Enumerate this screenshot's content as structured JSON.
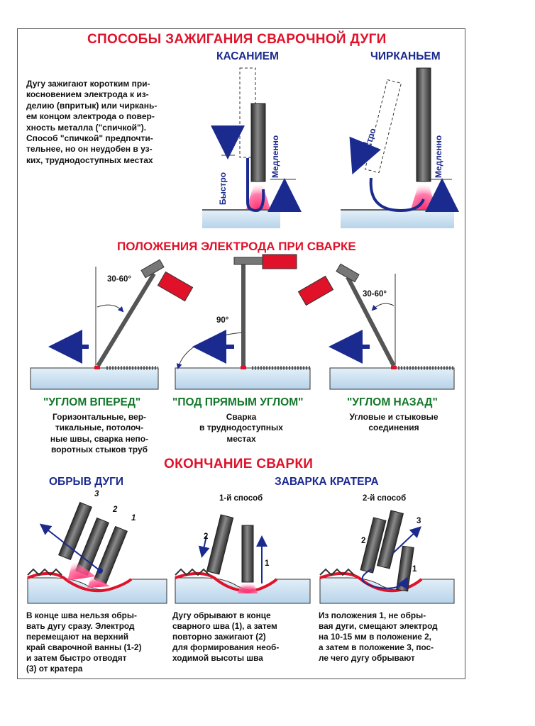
{
  "title": "СПОСОБЫ ЗАЖИГАНИЯ СВАРОЧНОЙ ДУГИ",
  "ignition": {
    "touch_title": "КАСАНИЕМ",
    "strike_title": "ЧИРКАНЬЕМ",
    "description_lines": [
      "Дугу зажигают коротким при-",
      "косновением электрода к из-",
      "делию (впритык) или чиркань-",
      "ем концом электрода о повер-",
      "хность металла (\"спичкой\").",
      "Способ \"спичкой\" предпочти-",
      "тельнее, но он неудобен в уз-",
      "ких, труднодоступных местах"
    ],
    "fast": "Быстро",
    "slow": "Медленно"
  },
  "positions": {
    "title": "ПОЛОЖЕНИЯ ЭЛЕКТРОДА ПРИ СВАРКЕ",
    "angle_forward": "30-60°",
    "angle_right": "90°",
    "angle_back": "30-60°",
    "forward": {
      "name": "\"УГЛОМ ВПЕРЕД\"",
      "lines": [
        "Горизонтальные, вер-",
        "тикальные, потолоч-",
        "ные швы, сварка непо-",
        "воротных стыков труб"
      ]
    },
    "right": {
      "name": "\"ПОД ПРЯМЫМ УГЛОМ\"",
      "lines": [
        "Сварка",
        "в труднодоступных",
        "местах"
      ]
    },
    "back": {
      "name": "\"УГЛОМ НАЗАД\"",
      "lines": [
        "Угловые и стыковые",
        "соединения"
      ]
    }
  },
  "finish": {
    "title": "ОКОНЧАНИЕ СВАРКИ",
    "arc_break": {
      "title": "ОБРЫВ ДУГИ",
      "lines": [
        "В конце шва нельзя обры-",
        "вать дугу сразу. Электрод",
        "перемещают на верхний",
        "край сварочной ванны (1-2)",
        "и затем быстро отводят",
        "(3) от кратера"
      ]
    },
    "crater": {
      "title": "ЗАВАРКА КРАТЕРА",
      "method1": "1-й способ",
      "method2": "2-й способ",
      "m1_lines": [
        "Дугу обрывают в конце",
        "сварного шва (1), а затем",
        "повторно зажигают (2)",
        "для формирования необ-",
        "ходимой высоты шва"
      ],
      "m2_lines": [
        "Из положения 1, не обры-",
        "вая дуги, смещают электрод",
        "на 10-15 мм в положение 2,",
        "а затем в положение 3, пос-",
        "ле чего дугу обрывают"
      ]
    },
    "n1": "1",
    "n2": "2",
    "n3": "3"
  },
  "colors": {
    "title_red": "#e0122a",
    "heading_blue": "#1b2a8f",
    "label_green": "#13772a",
    "metal": "#cfe3f1"
  }
}
